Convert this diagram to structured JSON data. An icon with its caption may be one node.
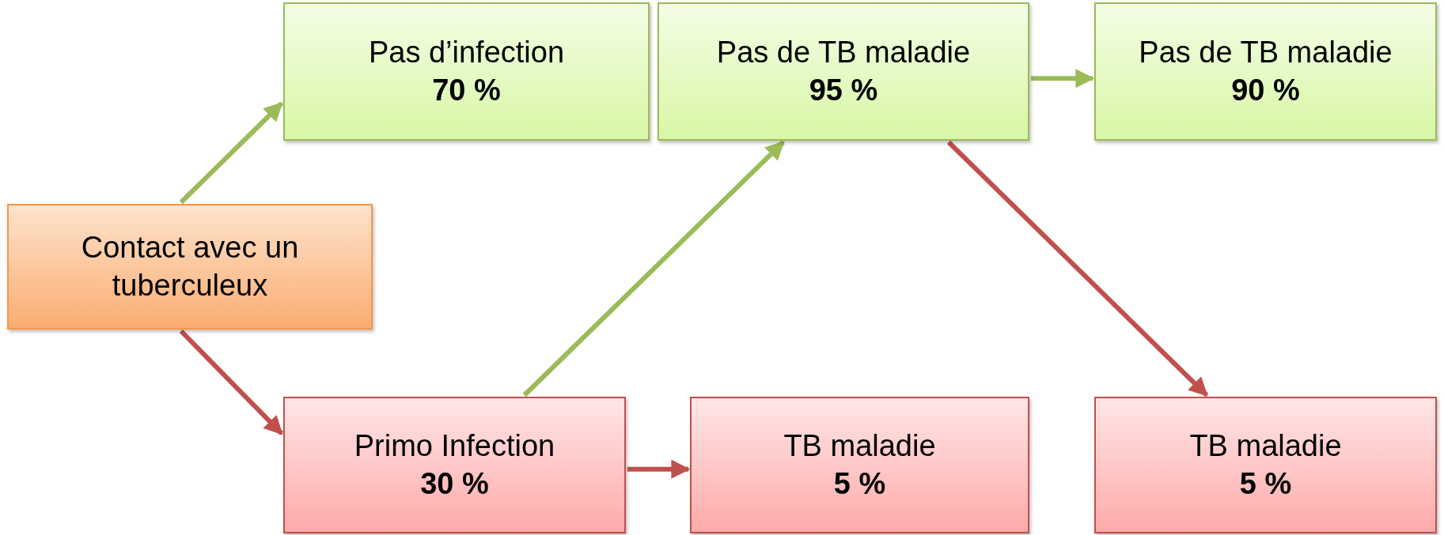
{
  "diagram": {
    "nodes": [
      {
        "text": [
          "Contact avec un tuberculeux"
        ]
      },
      {
        "text": [
          "Pas d’infection",
          "70 %"
        ]
      },
      {
        "text": [
          "Pas de TB maladie",
          "95 %"
        ]
      },
      {
        "text": [
          "Pas de TB maladie",
          "90 %"
        ]
      },
      {
        "text": [
          "Primo Infection",
          "30 %"
        ]
      },
      {
        "text": [
          "TB maladie",
          "5 %"
        ]
      },
      {
        "text": [
          "TB maladie",
          "5 %"
        ]
      }
    ],
    "edges": [
      {
        "from": 0,
        "to": 1,
        "arrow": "to"
      },
      {
        "from": 0,
        "to": 4,
        "arrow": "to",
        "color": "#c0504d"
      },
      {
        "from": 4,
        "to": 2,
        "arrow": "to"
      },
      {
        "from": 2,
        "to": 3,
        "arrow": "to"
      },
      {
        "from": 4,
        "to": 5,
        "arrow": "to",
        "color": "#c0504d"
      },
      {
        "from": 2,
        "to": 6,
        "arrow": "to",
        "color": "#c0504d"
      }
    ]
  }
}
